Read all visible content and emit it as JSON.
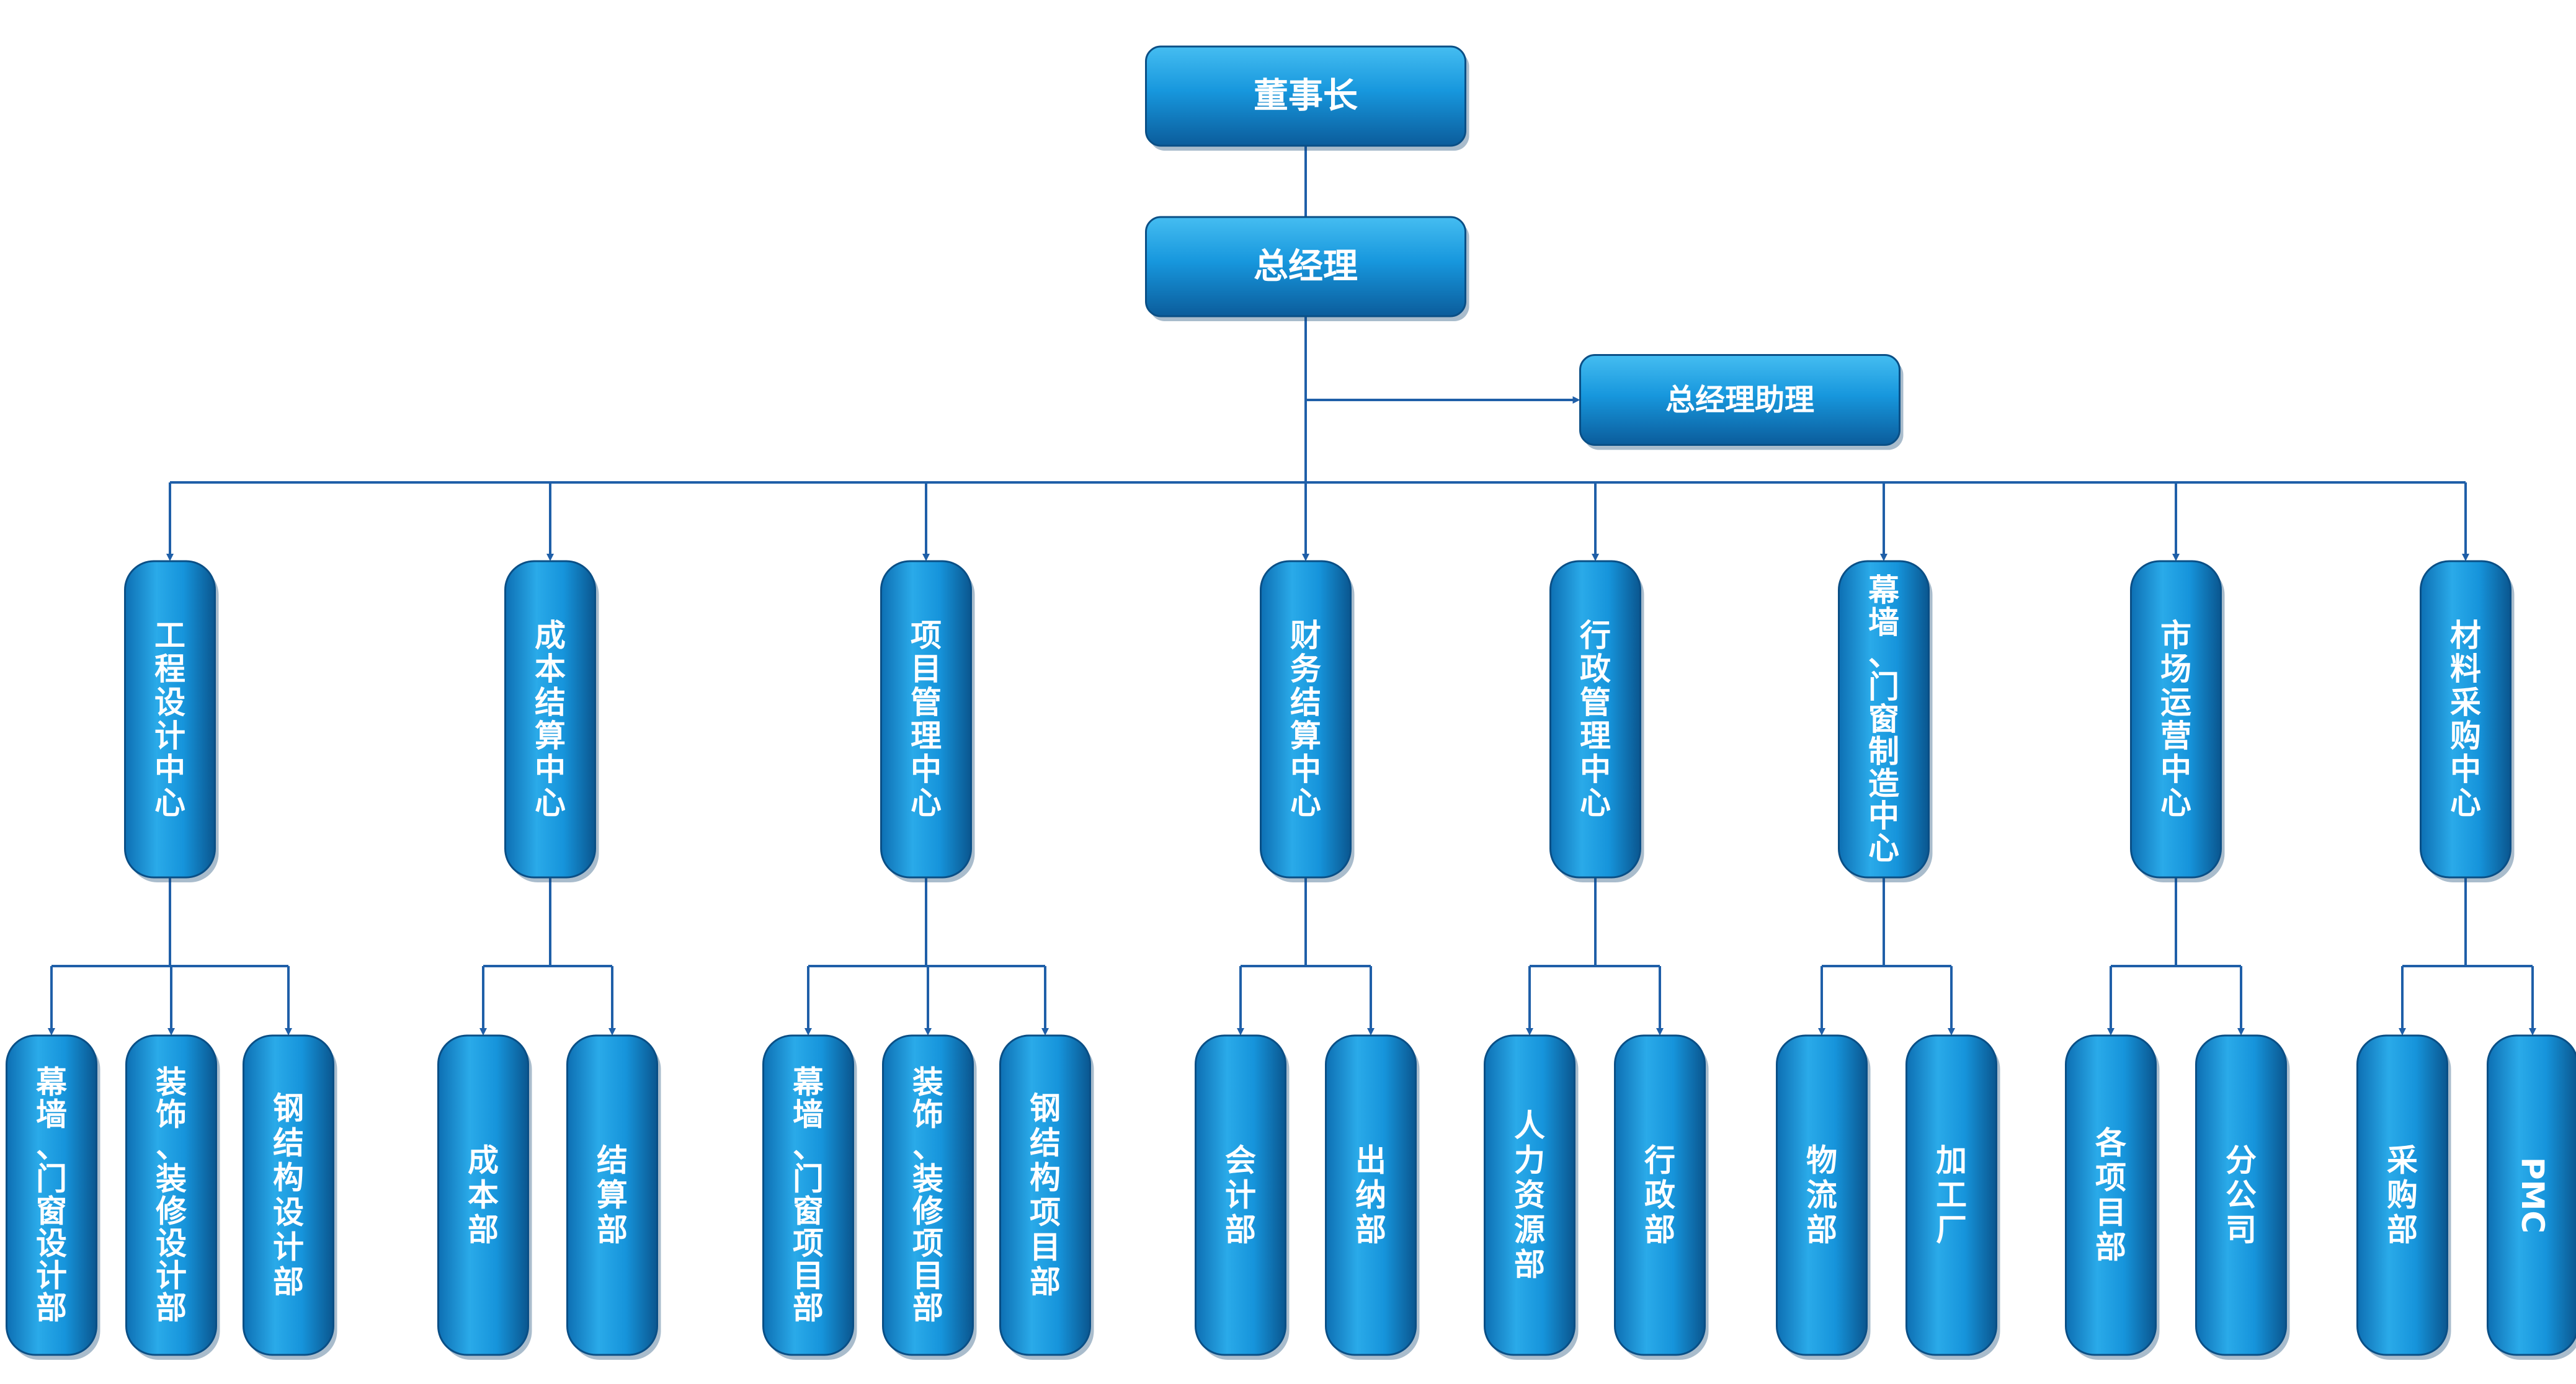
{
  "colors": {
    "line": "#1f5fa8",
    "box_light": "#3fb8ef",
    "box_mid": "#1592db",
    "box_dark": "#0c5f9e",
    "box_stroke": "#0a4f86",
    "text": "#ffffff"
  },
  "org": {
    "chairman": "董事长",
    "gm": "总经理",
    "assistant": "总经理助理",
    "centers": [
      {
        "name": "工程设计中心",
        "departments": [
          "幕墙、门窗设计部",
          "装饰、装修设计部",
          "钢结构设计部"
        ]
      },
      {
        "name": "成本结算中心",
        "departments": [
          "成本部",
          "结算部"
        ]
      },
      {
        "name": "项目管理中心",
        "departments": [
          "幕墙、门窗项目部",
          "装饰、装修项目部",
          "钢结构项目部"
        ]
      },
      {
        "name": "财务结算中心",
        "departments": [
          "会计部",
          "出纳部"
        ]
      },
      {
        "name": "行政管理中心",
        "departments": [
          "人力资源部",
          "行政部"
        ]
      },
      {
        "name": "幕墙、门窗制造中心",
        "departments": [
          "物流部",
          "加工厂"
        ]
      },
      {
        "name": "市场运营中心",
        "departments": [
          "各项目部",
          "分公司"
        ]
      },
      {
        "name": "材料采购中心",
        "departments": [
          "采购部",
          "PMC"
        ]
      }
    ]
  }
}
